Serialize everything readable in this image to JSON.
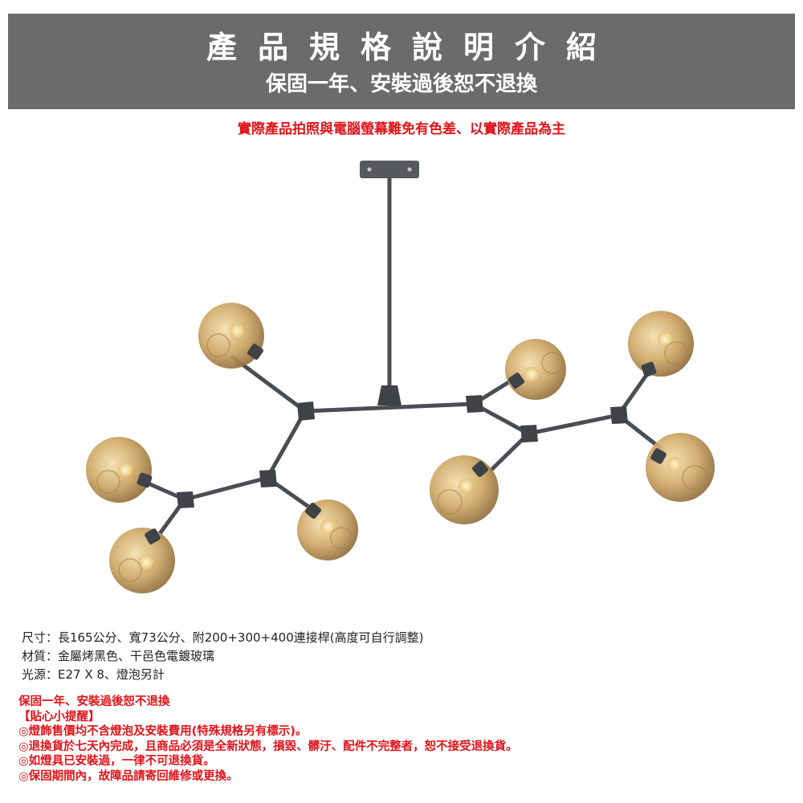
{
  "header": {
    "title": "產品規格說明介紹",
    "subtitle": "保固一年、安裝過後恕不退換"
  },
  "notice": "實際產品拍照與電腦螢幕難免有色差、以實際產品為主",
  "specs": [
    "尺寸：長165公分、寬73公分、附200+300+400連接桿(高度可自行調整)",
    "材質：金屬烤黑色、干邑色電鍍玻璃",
    "光源：E27 X 8、燈泡另計"
  ],
  "warnings": [
    "保固一年、安裝過後恕不退換",
    "【貼心小提醒】",
    "◎燈飾售價均不含燈泡及安裝費用(特殊規格另有標示)。",
    "◎退換貨於七天內完成，且商品必須是全新狀態，損毀、髒汙、配件不完整者，恕不接受退換貨。",
    "◎如燈具已安裝過，一律不可退換貨。",
    "◎保固期間內，故障品請寄回維修或更換。"
  ],
  "colors": {
    "banner": "#6b6b6b",
    "accent_red": "#e0141a",
    "metal": "#4a4d52",
    "glass": "#c9a468"
  }
}
